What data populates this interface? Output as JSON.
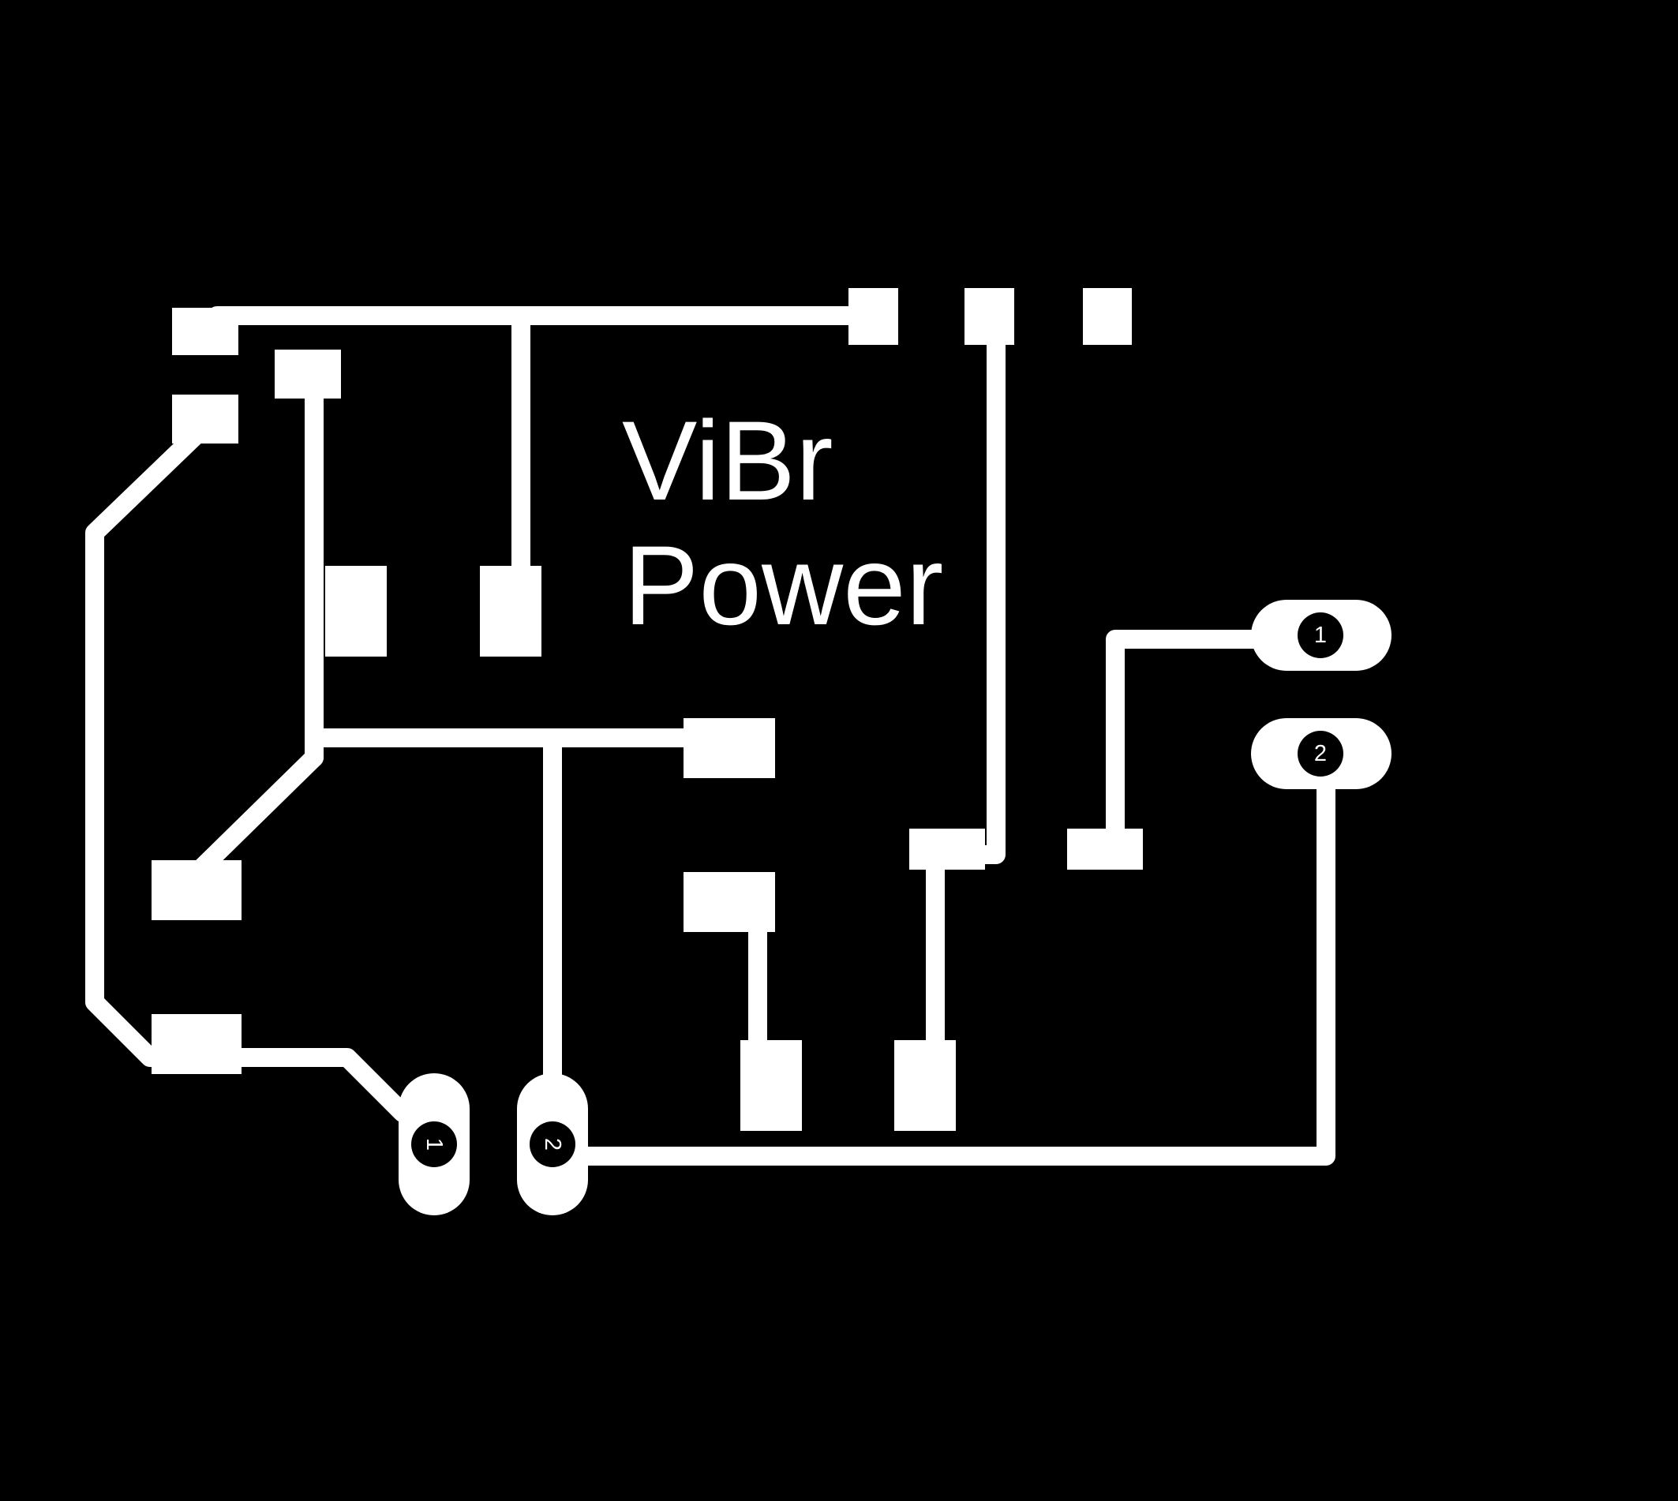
{
  "board": {
    "label_line1": "ViBr",
    "label_line2": "Power",
    "connector_right": {
      "pin1": "1",
      "pin2": "2"
    },
    "connector_bottom": {
      "pin1": "1",
      "pin2": "2"
    },
    "colors": {
      "background": "#000000",
      "copper": "#ffffff"
    }
  }
}
